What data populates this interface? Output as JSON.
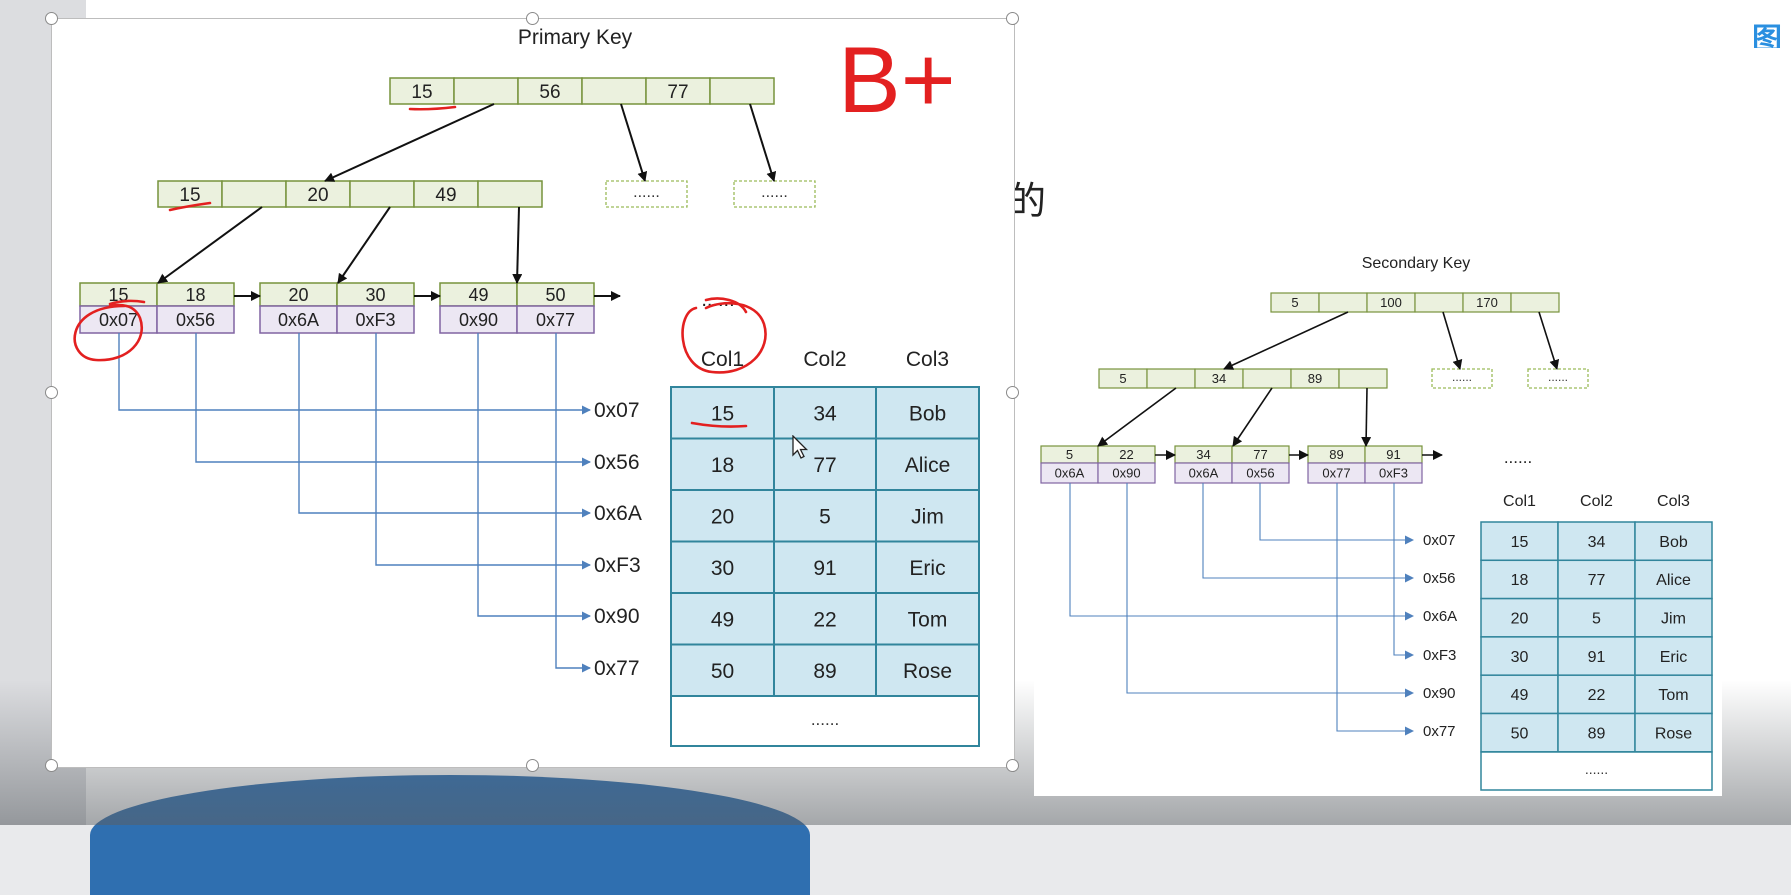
{
  "primary": {
    "title": "Primary Key",
    "root_keys": [
      "15",
      "56",
      "77"
    ],
    "mid_keys": [
      "15",
      "20",
      "49"
    ],
    "placeholder": "......",
    "leaves": [
      {
        "keys": [
          "15",
          "18"
        ],
        "ptrs": [
          "0x07",
          "0x56"
        ]
      },
      {
        "keys": [
          "20",
          "30"
        ],
        "ptrs": [
          "0x6A",
          "0xF3"
        ]
      },
      {
        "keys": [
          "49",
          "50"
        ],
        "ptrs": [
          "0x90",
          "0x77"
        ]
      }
    ],
    "addresses": [
      "0x07",
      "0x56",
      "0x6A",
      "0xF3",
      "0x90",
      "0x77"
    ],
    "table": {
      "headers": [
        "Col1",
        "Col2",
        "Col3"
      ],
      "rows": [
        [
          "15",
          "34",
          "Bob"
        ],
        [
          "18",
          "77",
          "Alice"
        ],
        [
          "20",
          "5",
          "Jim"
        ],
        [
          "30",
          "91",
          "Eric"
        ],
        [
          "49",
          "22",
          "Tom"
        ],
        [
          "50",
          "89",
          "Rose"
        ]
      ],
      "footer": "......"
    },
    "annotation": "B+"
  },
  "secondary": {
    "title": "Secondary Key",
    "root_keys": [
      "5",
      "100",
      "170"
    ],
    "mid_keys": [
      "5",
      "34",
      "89"
    ],
    "placeholder": "......",
    "leaves": [
      {
        "keys": [
          "5",
          "22"
        ],
        "ptrs": [
          "0x6A",
          "0x90"
        ]
      },
      {
        "keys": [
          "34",
          "77"
        ],
        "ptrs": [
          "0x6A",
          "0x56"
        ]
      },
      {
        "keys": [
          "89",
          "91"
        ],
        "ptrs": [
          "0x77",
          "0xF3"
        ]
      }
    ],
    "addresses": [
      "0x07",
      "0x56",
      "0x6A",
      "0xF3",
      "0x90",
      "0x77"
    ],
    "table": {
      "headers": [
        "Col1",
        "Col2",
        "Col3"
      ],
      "rows": [
        [
          "15",
          "34",
          "Bob"
        ],
        [
          "18",
          "77",
          "Alice"
        ],
        [
          "20",
          "5",
          "Jim"
        ],
        [
          "30",
          "91",
          "Eric"
        ],
        [
          "49",
          "22",
          "Tom"
        ],
        [
          "50",
          "89",
          "Rose"
        ]
      ],
      "footer": "......"
    }
  },
  "slide_char": "的",
  "logo_text": "图",
  "colors": {
    "key_fill": "#ebf1de",
    "key_stroke": "#77933c",
    "ptr_fill": "#ece7f3",
    "ptr_stroke": "#8064a2",
    "table_fill": "#cfe7f1",
    "table_stroke": "#31859c",
    "link_line": "#4f81bd",
    "ink_red": "#e32020"
  }
}
